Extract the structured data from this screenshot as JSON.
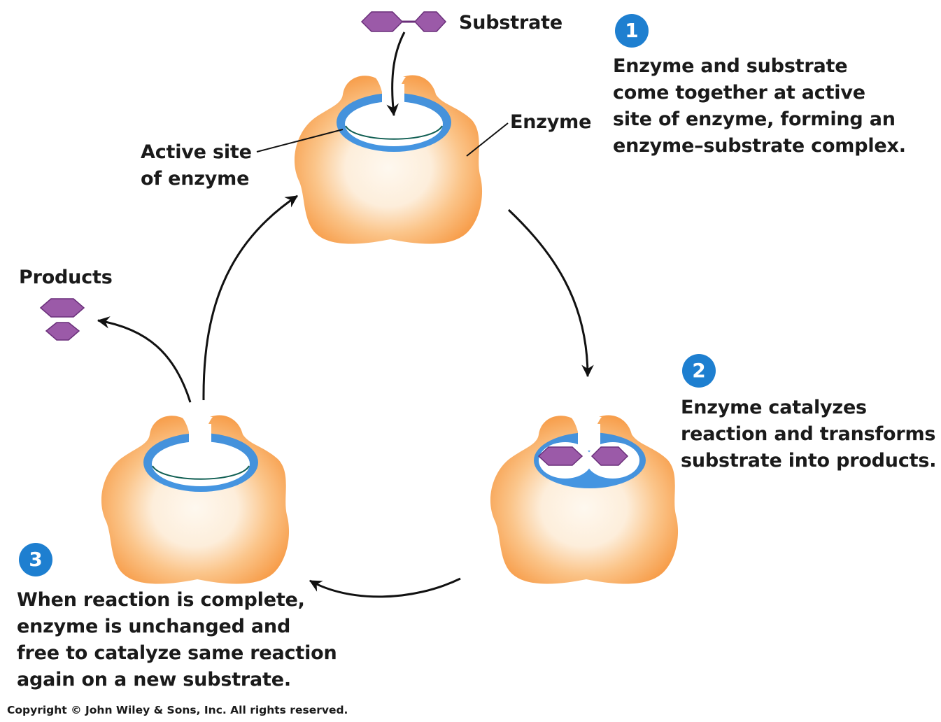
{
  "labels": {
    "substrate": "Substrate",
    "enzyme": "Enzyme",
    "active_site": [
      "Active site",
      "of enzyme"
    ],
    "products": "Products"
  },
  "steps": [
    {
      "number": "1",
      "lines": [
        "Enzyme and substrate",
        "come together at active",
        "site of enzyme, forming an",
        "enzyme–substrate complex."
      ]
    },
    {
      "number": "2",
      "lines": [
        "Enzyme catalyzes",
        "reaction and transforms",
        "substrate into products."
      ]
    },
    {
      "number": "3",
      "lines": [
        "When reaction is complete,",
        "enzyme is unchanged and",
        "free to catalyze same reaction",
        "again on a new substrate."
      ]
    }
  ],
  "copyright": "Copyright © John Wiley & Sons, Inc. All rights reserved.",
  "colors": {
    "enzyme_outer": "#f7a14f",
    "enzyme_inner": "#fdf3e6",
    "active_site": "#3b8fe0",
    "active_site_line": "#0f5e52",
    "substrate": "#9b5aa8",
    "badge": "#1e7fd0",
    "arrows": "#111111"
  }
}
